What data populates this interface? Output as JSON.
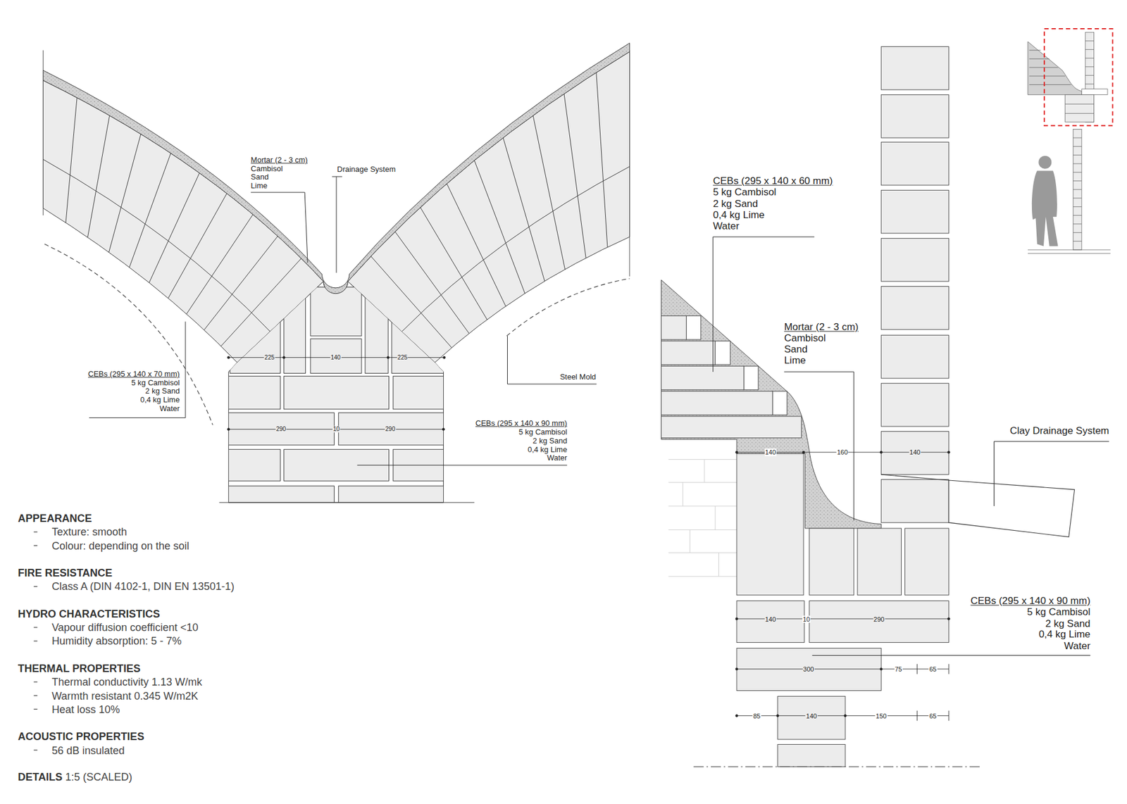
{
  "diagram": {
    "labels": [
      "Mortar (2 - 3 cm)",
      "Cambisol",
      "Sand",
      "Lime",
      "Drainage System",
      "225",
      "140",
      "225",
      "Steel Mold",
      "CEBs (295 x 140 x 70 mm)",
      "5 kg Cambisol",
      "2 kg Sand",
      "0,4 kg Lime",
      "Water",
      "290",
      "10",
      "290",
      "CEBs (295 x 140 x 90 mm)",
      "5 kg Cambisol",
      "2 kg Sand",
      "0,4 kg Lime",
      "Water",
      "APPEARANCE",
      "Texture: smooth",
      "Colour: depending on the soil",
      "FIRE RESISTANCE",
      "Class A (DIN 4102-1, DIN EN 13501-1)",
      "HYDRO CHARACTERISTICS",
      "Vapour diffusion coefficient <10",
      "Humidity absorption: 5 - 7%",
      "THERMAL PROPERTIES",
      "Thermal conductivity 1.13 W/mk",
      "Warmth resistant 0.345 W/m2K",
      "Heat loss 10%",
      "ACOUSTIC PROPERTIES",
      "56 dB insulated",
      "DETAILS",
      "1:5 (SCALED)",
      "CEBs (295 x 140 x 60 mm)",
      "5 kg Cambisol",
      "2 kg Sand",
      "0,4 kg Lime",
      "Water",
      "Mortar (2 - 3 cm)",
      "Cambisol",
      "Sand",
      "Lime",
      "Clay Drainage System",
      "140",
      "160",
      "140",
      "CEBs (295 x 140 x 90 mm)",
      "5 kg Cambisol",
      "2 kg Sand",
      "0,4 kg Lime",
      "Water",
      "140",
      "10",
      "290",
      "300",
      "75",
      "65",
      "85",
      "140",
      "150",
      "65"
    ]
  }
}
